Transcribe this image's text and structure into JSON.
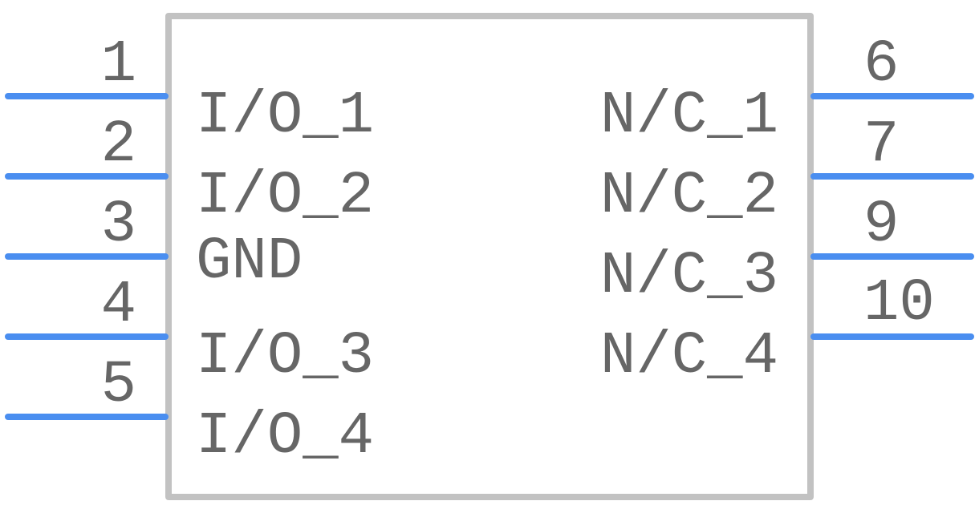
{
  "colors": {
    "background": "#ffffff",
    "body_outline": "#c2c2c2",
    "pin_line": "#4a8ef0",
    "text": "#666666"
  },
  "pins_left": [
    {
      "number": "1",
      "label": "I/O_1"
    },
    {
      "number": "2",
      "label": "I/O_2"
    },
    {
      "number": "3",
      "label": "GND"
    },
    {
      "number": "4",
      "label": "I/O_3"
    },
    {
      "number": "5",
      "label": "I/O_4"
    }
  ],
  "pins_right": [
    {
      "number": "6",
      "label": "N/C_1"
    },
    {
      "number": "7",
      "label": "N/C_2"
    },
    {
      "number": "9",
      "label": "N/C_3"
    },
    {
      "number": "10",
      "label": "N/C_4"
    }
  ]
}
